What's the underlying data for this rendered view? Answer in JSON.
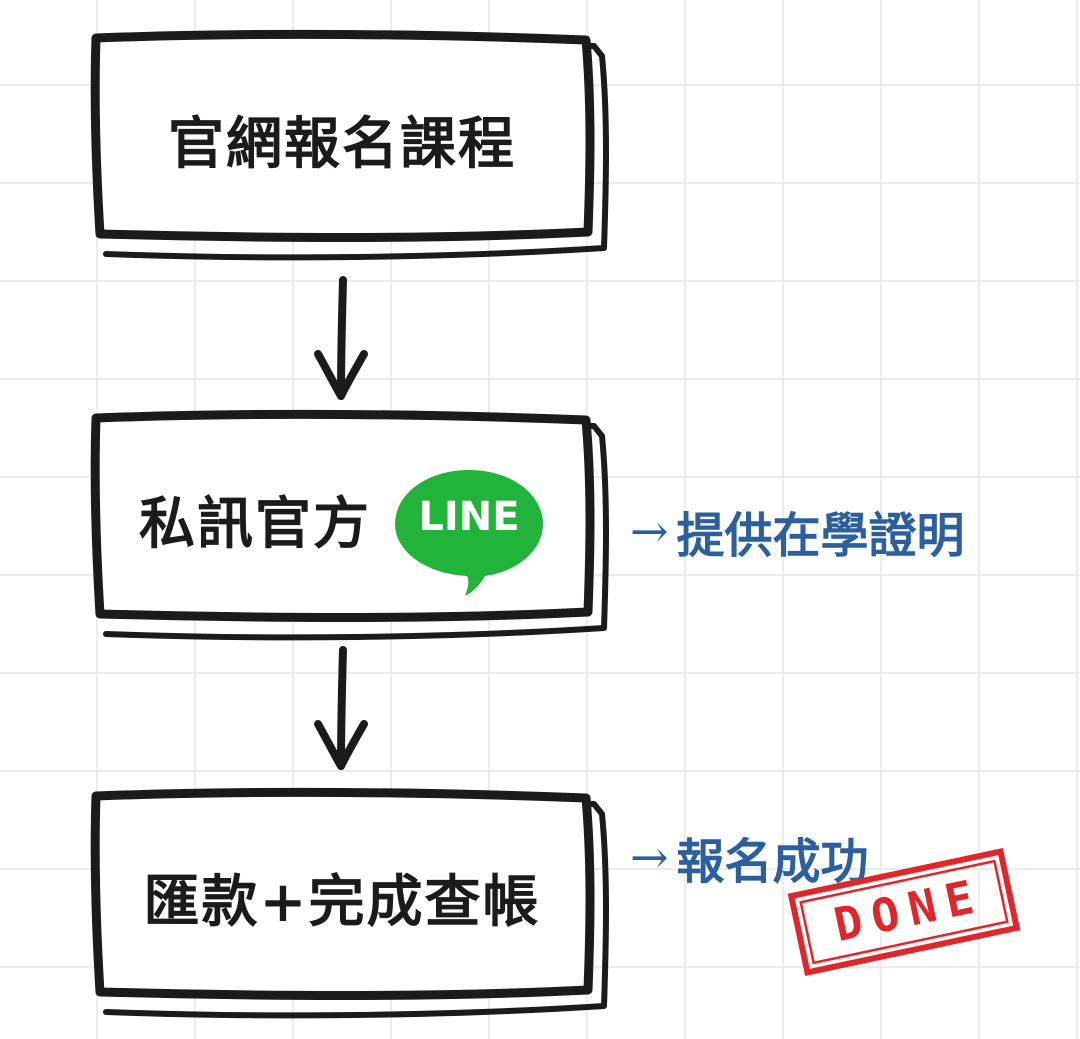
{
  "steps": [
    {
      "label": "官網報名課程"
    },
    {
      "label": "私訊官方",
      "badge": "LINE"
    },
    {
      "label": "匯款+完成查帳"
    }
  ],
  "notes": [
    {
      "arrow": "→",
      "text": "提供在學證明"
    },
    {
      "arrow": "→",
      "text": "報名成功"
    }
  ],
  "stamp": {
    "text": "DONE"
  },
  "colors": {
    "ink": "#1b1b1b",
    "note": "#2c5f9e",
    "line_green": "#22b43a",
    "stamp_red": "#e0262a",
    "grid": "#ececec"
  },
  "icons": {
    "flow_arrow": "arrow-down-icon",
    "line_logo": "line-logo-icon",
    "done_stamp": "done-stamp-icon"
  }
}
